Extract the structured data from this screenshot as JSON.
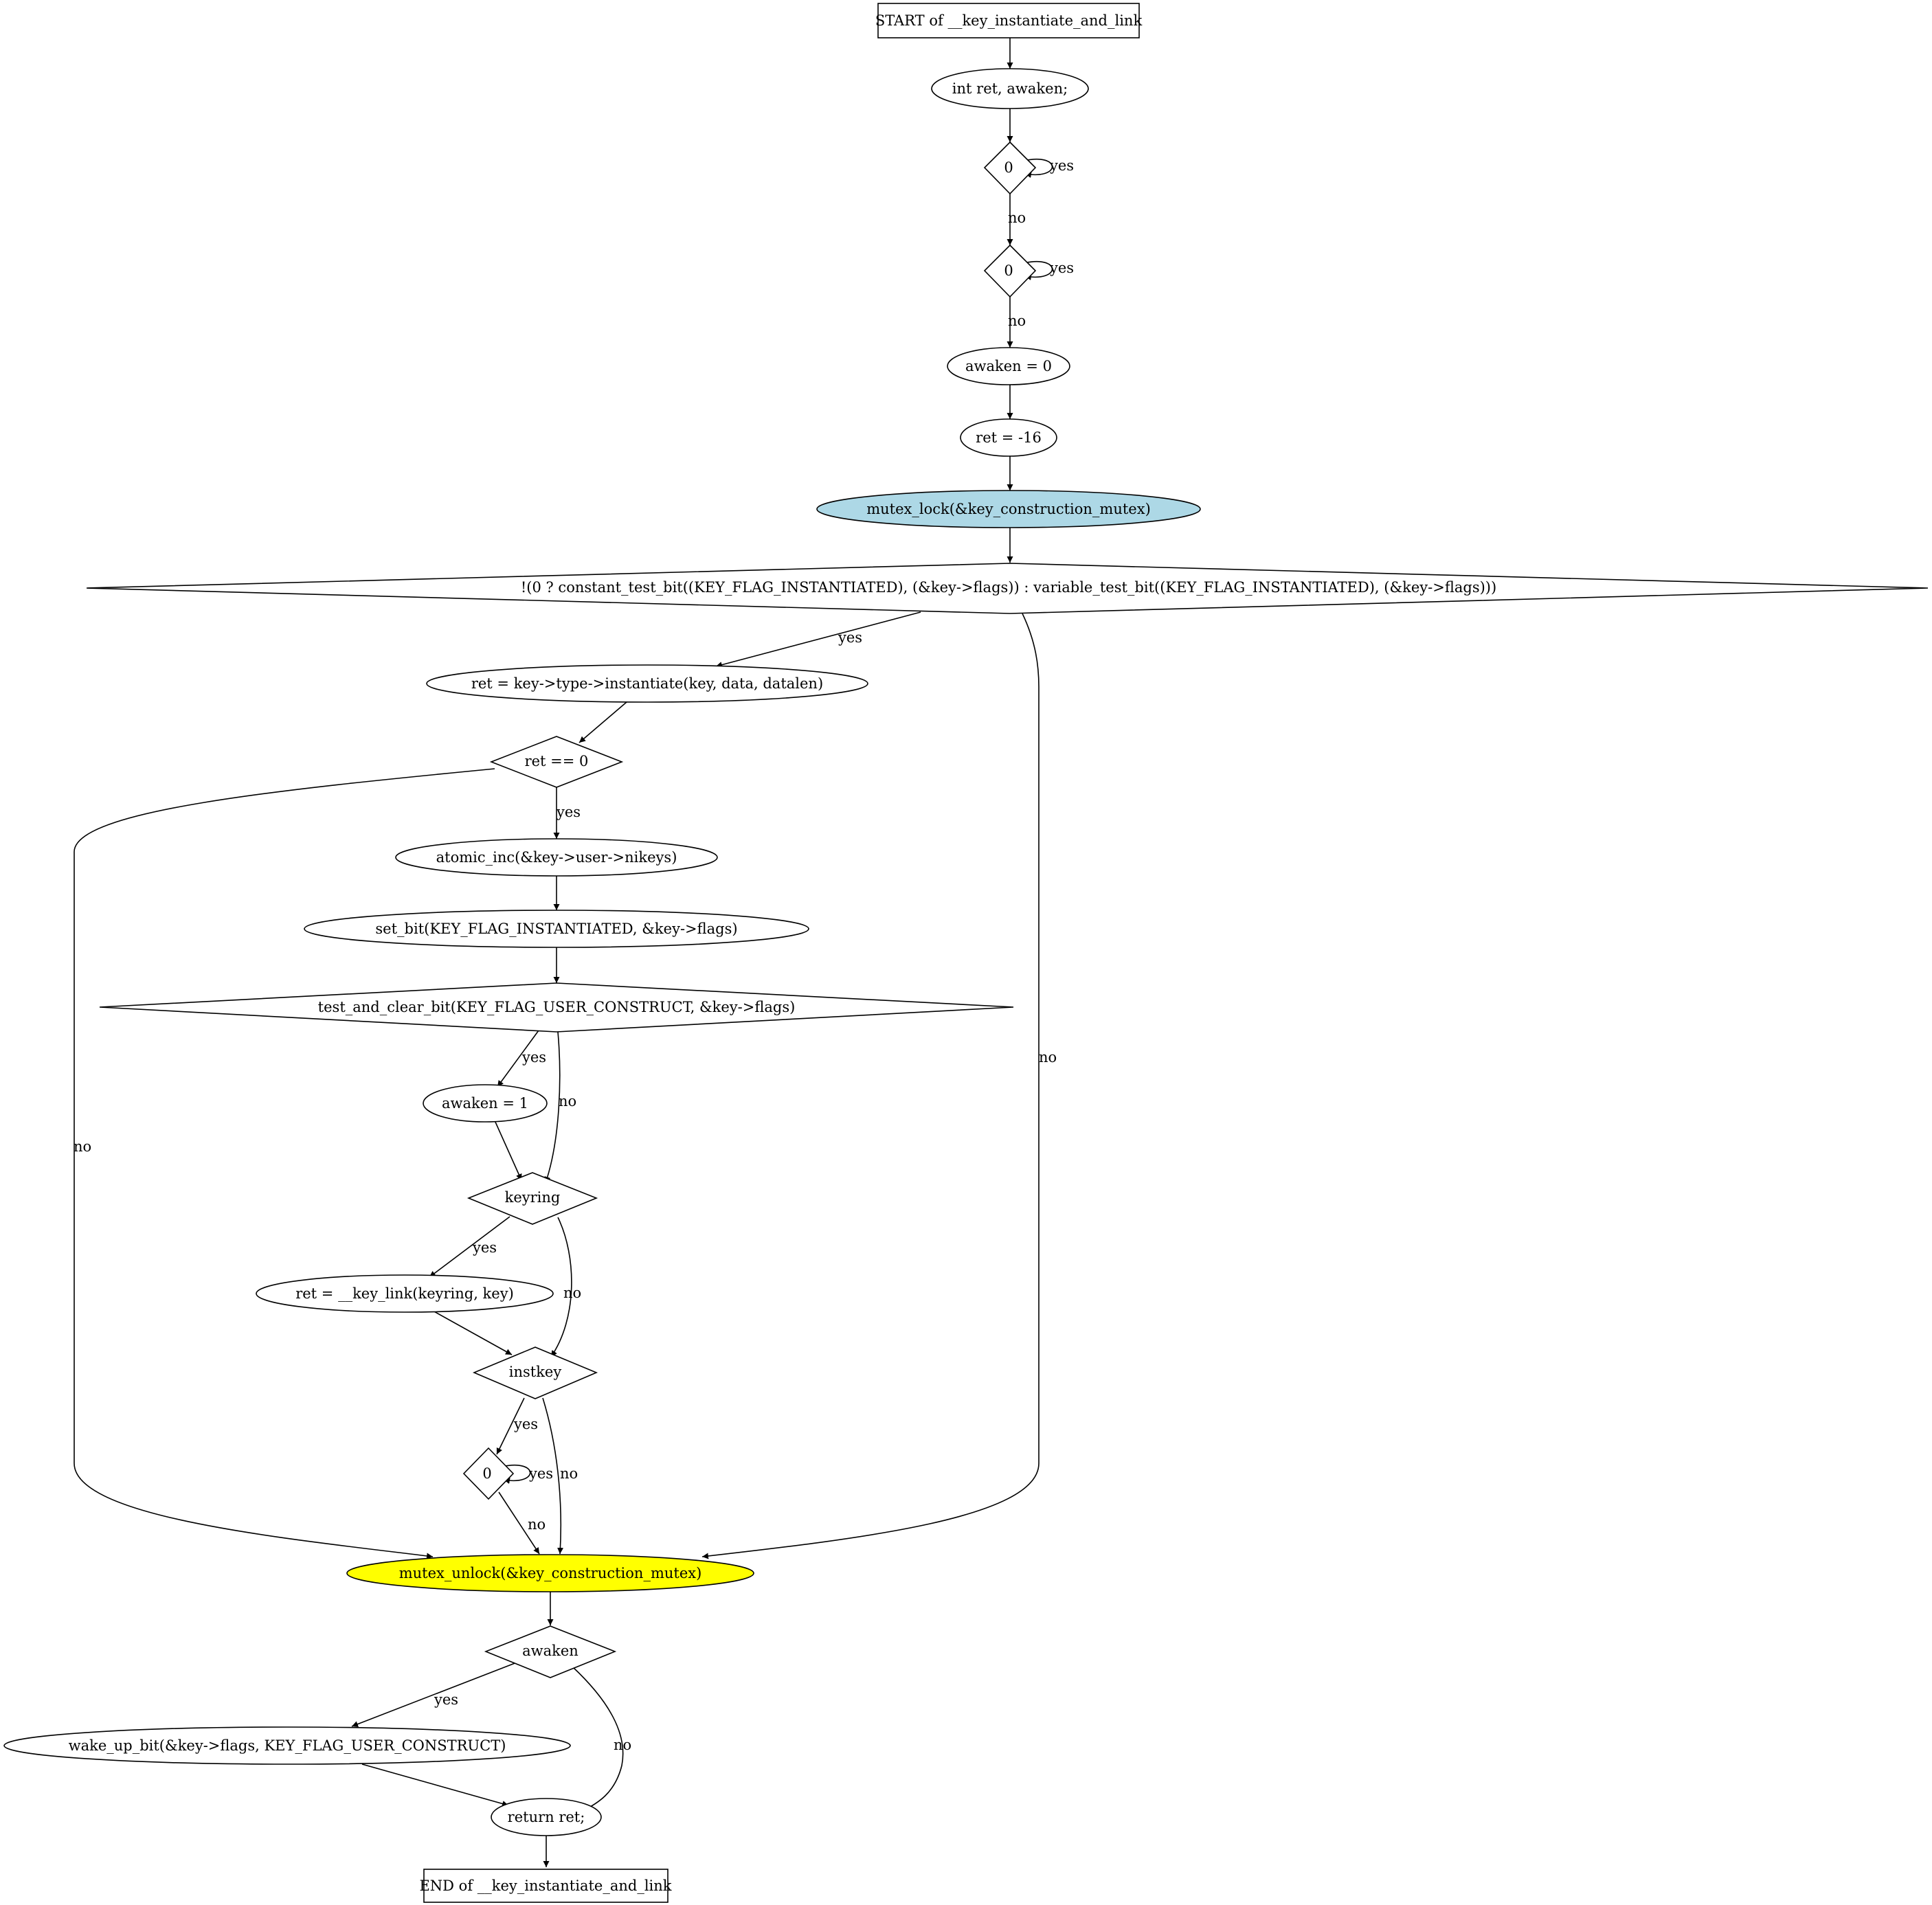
{
  "nodes": {
    "start": "START of __key_instantiate_and_link",
    "decl": "int ret, awaken;",
    "cond_zero_1": "0",
    "cond_zero_2": "0",
    "awaken_zero": "awaken = 0",
    "ret_minus16": "ret = -16",
    "mutex_lock": "mutex_lock(&key_construction_mutex)",
    "cond_instantiated": "!(0 ? constant_test_bit((KEY_FLAG_INSTANTIATED), (&key->flags)) : variable_test_bit((KEY_FLAG_INSTANTIATED), (&key->flags)))",
    "instantiate_call": "ret = key->type->instantiate(key, data, datalen)",
    "cond_ret_zero": "ret == 0",
    "atomic_inc": "atomic_inc(&key->user->nikeys)",
    "set_bit": "set_bit(KEY_FLAG_INSTANTIATED, &key->flags)",
    "cond_test_clear": "test_and_clear_bit(KEY_FLAG_USER_CONSTRUCT, &key->flags)",
    "awaken_one": "awaken = 1",
    "cond_keyring": "keyring",
    "key_link": "ret = __key_link(keyring, key)",
    "cond_instkey": "instkey",
    "cond_zero_3": "0",
    "mutex_unlock": "mutex_unlock(&key_construction_mutex)",
    "cond_awaken": "awaken",
    "wake_up": "wake_up_bit(&key->flags, KEY_FLAG_USER_CONSTRUCT)",
    "return_ret": "return ret;",
    "end": "END of __key_instantiate_and_link"
  },
  "edge_labels": {
    "yes": "yes",
    "no": "no"
  },
  "colors": {
    "mutex_lock_fill": "#add8e6",
    "mutex_unlock_fill": "#ffff00",
    "stroke": "#000000",
    "background": "#ffffff"
  }
}
